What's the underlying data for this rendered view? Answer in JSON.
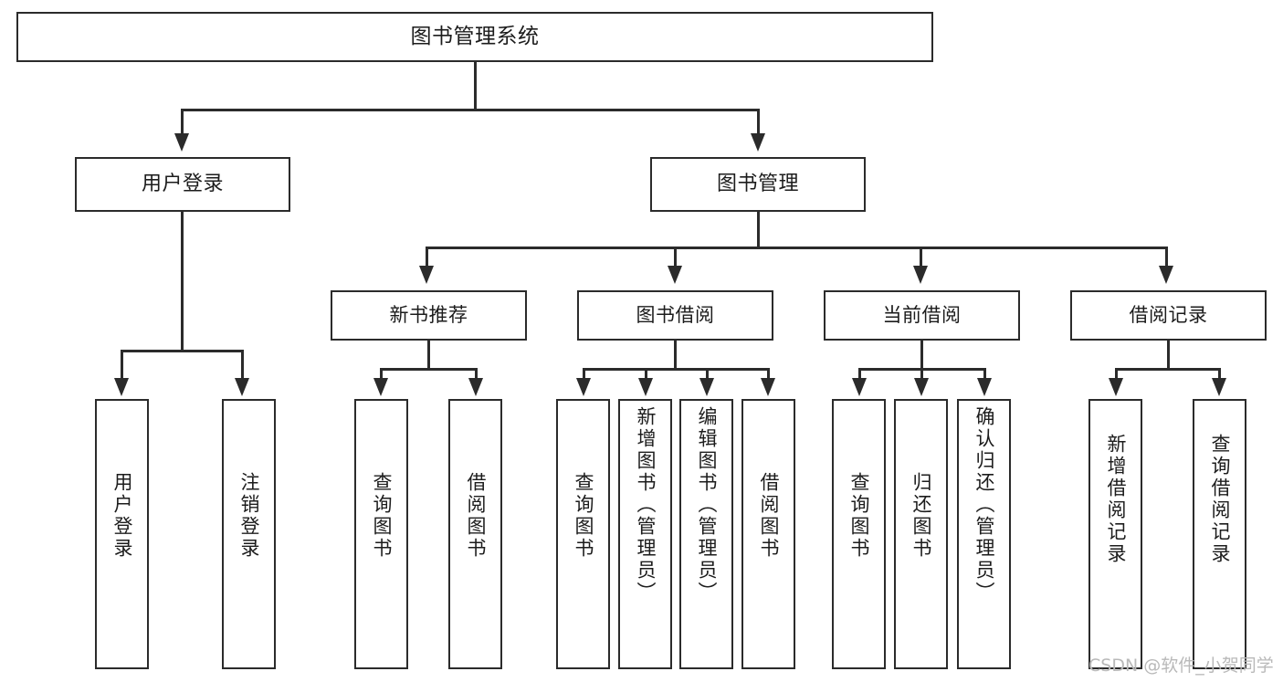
{
  "diagram": {
    "title": "图书管理系统",
    "type": "tree-hierarchy-diagram",
    "colors": {
      "background": "#ffffff",
      "box_border": "#2b2b2b",
      "box_fill": "#ffffff",
      "text": "#1c1c1c",
      "connector": "#2b2b2b",
      "watermark": "#b9b9b9"
    }
  },
  "root": {
    "label": "图书管理系统"
  },
  "level2": [
    {
      "label": "用户登录"
    },
    {
      "label": "图书管理"
    }
  ],
  "level3": [
    {
      "label": "新书推荐"
    },
    {
      "label": "图书借阅"
    },
    {
      "label": "当前借阅"
    },
    {
      "label": "借阅记录"
    }
  ],
  "leaves": {
    "user_login": [
      {
        "label": "用户登录"
      },
      {
        "label": "注销登录"
      }
    ],
    "new_book_recommend": [
      {
        "label": "查询图书"
      },
      {
        "label": "借阅图书"
      }
    ],
    "book_borrow": [
      {
        "label": "查询图书"
      },
      {
        "label": "新增图书（管理员）"
      },
      {
        "label": "编辑图书（管理员）"
      },
      {
        "label": "借阅图书"
      }
    ],
    "current_borrow": [
      {
        "label": "查询图书"
      },
      {
        "label": "归还图书"
      },
      {
        "label": "确认归还（管理员）"
      }
    ],
    "borrow_record": [
      {
        "label": "新增借阅记录"
      },
      {
        "label": "查询借阅记录"
      }
    ]
  },
  "watermark": {
    "text": "CSDN @软件_小贺同学"
  }
}
